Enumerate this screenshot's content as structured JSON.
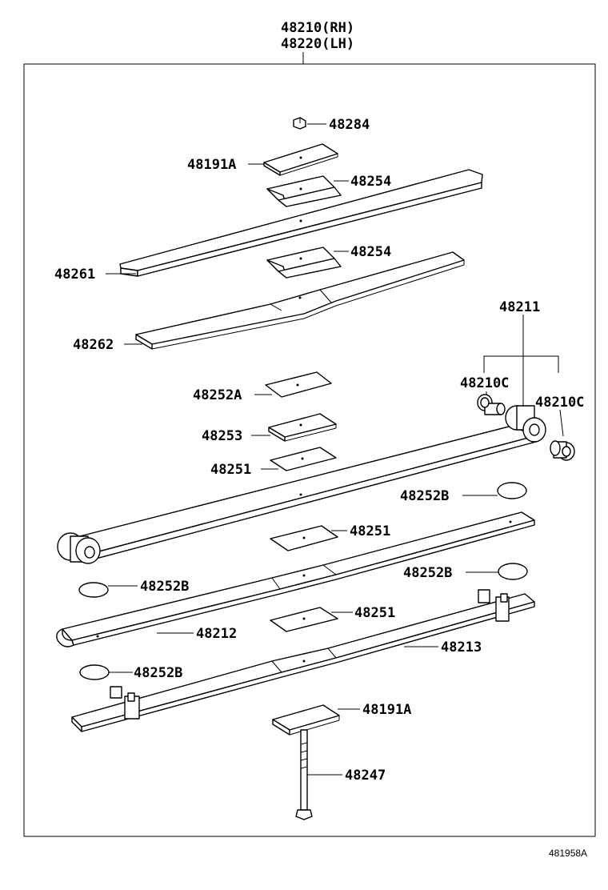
{
  "header": {
    "line1": "48210(RH)",
    "line2": "48220(LH)"
  },
  "figure_code": "481958A",
  "labels": {
    "p48284": "48284",
    "p48191A_top": "48191A",
    "p48254_a": "48254",
    "p48261": "48261",
    "p48254_b": "48254",
    "p48262": "48262",
    "p48211": "48211",
    "p48210C_a": "48210C",
    "p48210C_b": "48210C",
    "p48252A": "48252A",
    "p48253": "48253",
    "p48251_a": "48251",
    "p48252B_a": "48252B",
    "p48251_b": "48251",
    "p48252B_b": "48252B",
    "p48252B_c": "48252B",
    "p48212": "48212",
    "p48251_c": "48251",
    "p48213": "48213",
    "p48252B_d": "48252B",
    "p48191A_bot": "48191A",
    "p48247": "48247"
  }
}
